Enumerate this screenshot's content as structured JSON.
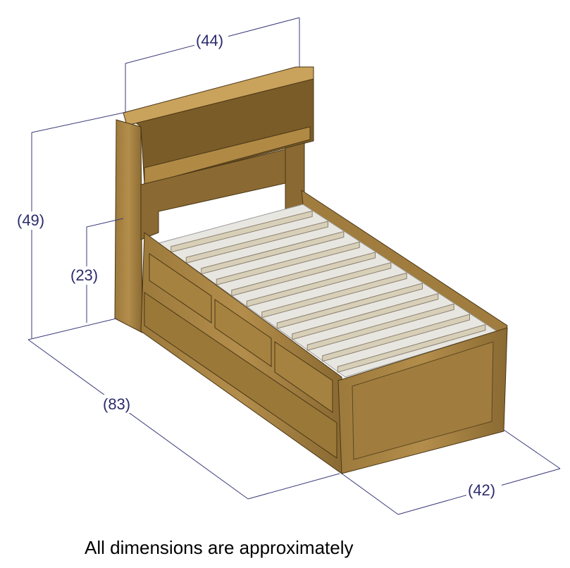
{
  "dimensions": {
    "width_top": "(44)",
    "height_total": "(49)",
    "height_rail": "(23)",
    "length": "(83)",
    "width_foot": "(42)"
  },
  "caption": "All dimensions are approximately",
  "colors": {
    "wood_light": "#b08a45",
    "wood_mid": "#8a6a32",
    "wood_dark": "#5e4620",
    "slat": "#d8cfb8",
    "dim_line": "#3a3a7a"
  },
  "slat_count": 12
}
